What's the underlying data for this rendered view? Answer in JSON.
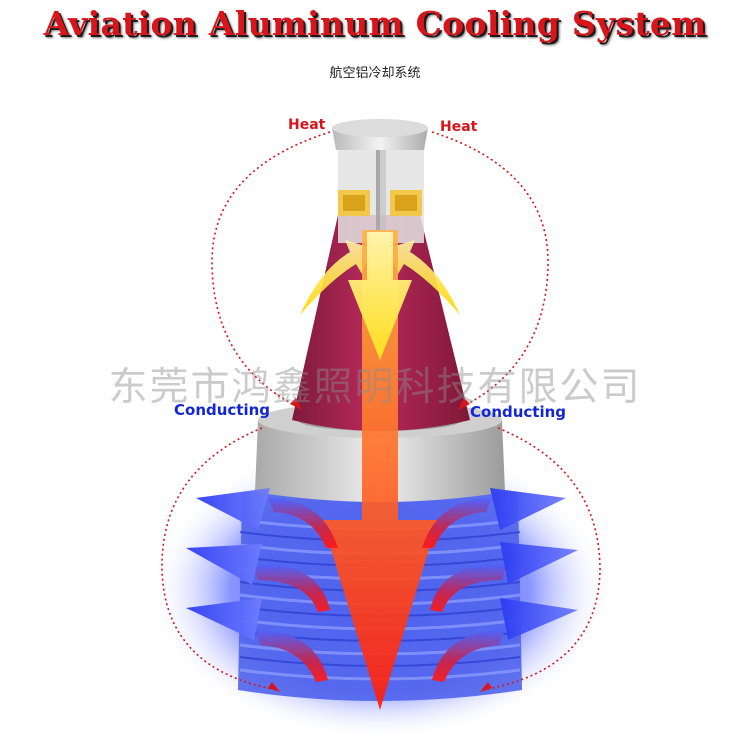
{
  "header": {
    "title": "Aviation Aluminum Cooling System",
    "subtitle": "航空铝冷却系统"
  },
  "labels": {
    "heat_left": "Heat",
    "heat_right": "Heat",
    "conducting_left": "Conducting",
    "conducting_right": "Conducting"
  },
  "watermark": "东莞市鸿鑫照明科技有限公司",
  "colors": {
    "title": "#d9141a",
    "heat": "#d9141a",
    "conducting": "#1226d8",
    "cone": "#a8214a",
    "cooling_glow": "#2a3cff"
  }
}
